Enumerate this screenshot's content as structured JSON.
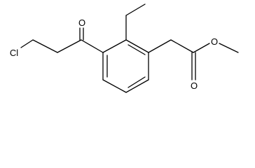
{
  "structure": {
    "atoms": {
      "chlorine": "Cl",
      "ketone_oxygen": "O",
      "ester_carbonyl_oxygen": "O",
      "ester_ether_oxygen": "O"
    }
  },
  "colors": {
    "bond": "#000000",
    "background": "#ffffff"
  }
}
